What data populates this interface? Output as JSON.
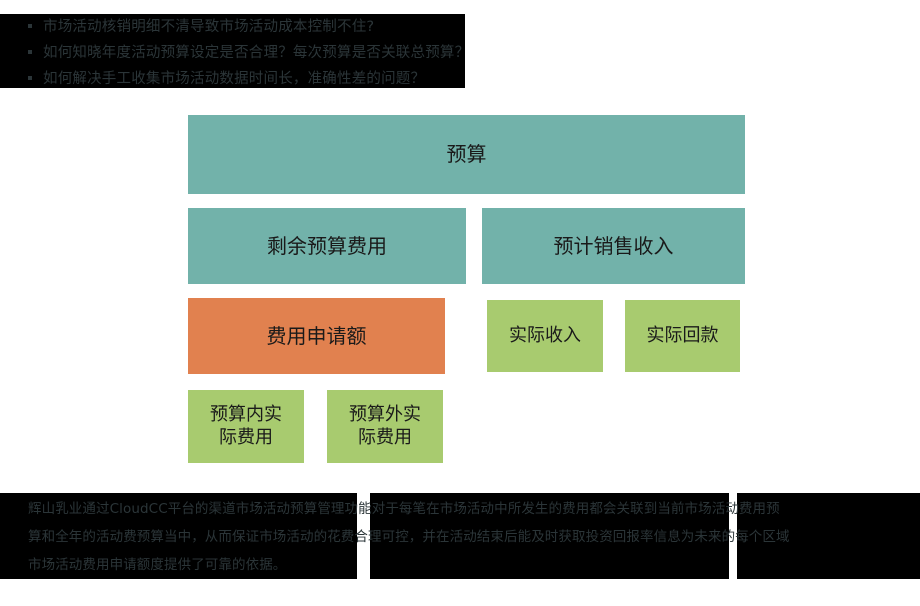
{
  "header": {
    "bullets": [
      "市场活动核销明细不清导致市场活动成本控制不住?",
      "如何知晓年度活动预算设定是否合理？每次预算是否关联总预算？",
      "如何解决手工收集市场活动数据时间长，准确性差的问题？"
    ]
  },
  "diagram": {
    "nodes": {
      "budget": "预算",
      "remaining_budget": "剩余预算费用",
      "expected_revenue": "预计销售收入",
      "expense_request": "费用申请额",
      "actual_income": "实际收入",
      "actual_payback": "实际回款",
      "in_budget_cost": "预算内实\n际费用",
      "out_budget_cost": "预算外实\n际费用"
    },
    "colors": {
      "teal": "#72b2aa",
      "orange": "#e1814f",
      "green": "#a8cb6f",
      "band_dark": "#000000",
      "text_dark": "#2b3538"
    }
  },
  "caption": {
    "lines": [
      "辉山乳业通过CloudCC平台的渠道市场活动预算管理功能对于每笔在市场活动中所发生的费用都会关联到当前市场活动费用预",
      "算和全年的活动费预算当中，从而保证市场活动的花费合理可控，并在活动结束后能及时获取投资回报率信息为未来的每个区域",
      "市场活动费用申请额度提供了可靠的依据。"
    ]
  }
}
